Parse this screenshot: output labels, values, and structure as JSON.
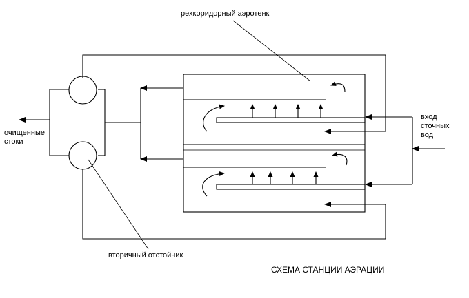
{
  "labels": {
    "aerotank": "трехкоридорный аэротенк",
    "inlet_line1": "вход",
    "inlet_line2": "сточных",
    "inlet_line3": "вод",
    "outlet_line1": "очищенные",
    "outlet_line2": "стоки",
    "clarifier": "вторичный отстойник",
    "title": "СХЕМА СТАНЦИИ АЭРАЦИИ"
  }
}
